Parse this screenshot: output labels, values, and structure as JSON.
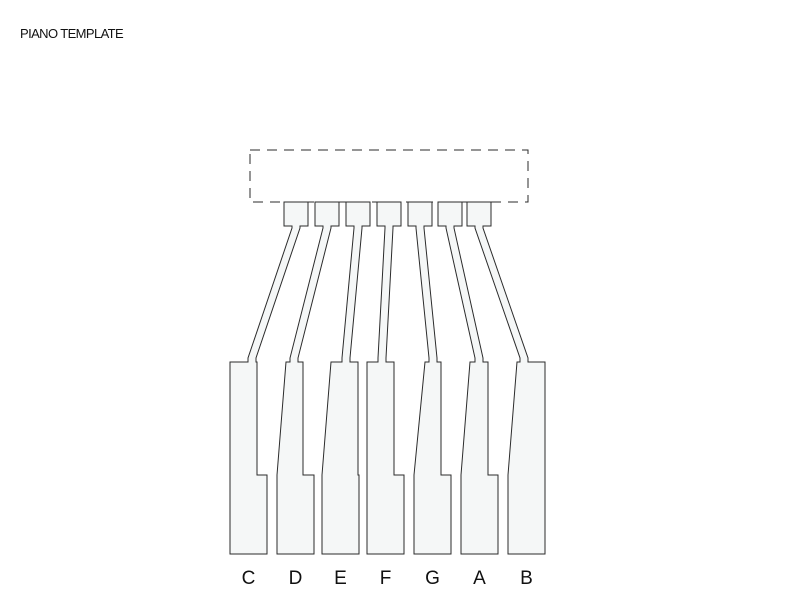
{
  "title": "PIANO TEMPLATE",
  "keys": [
    {
      "note": "C"
    },
    {
      "note": "D"
    },
    {
      "note": "E"
    },
    {
      "note": "F"
    },
    {
      "note": "G"
    },
    {
      "note": "A"
    },
    {
      "note": "B"
    }
  ],
  "colors": {
    "key_fill": "#f5f7f7",
    "outline": "#2b2b2b",
    "text": "#111111"
  }
}
